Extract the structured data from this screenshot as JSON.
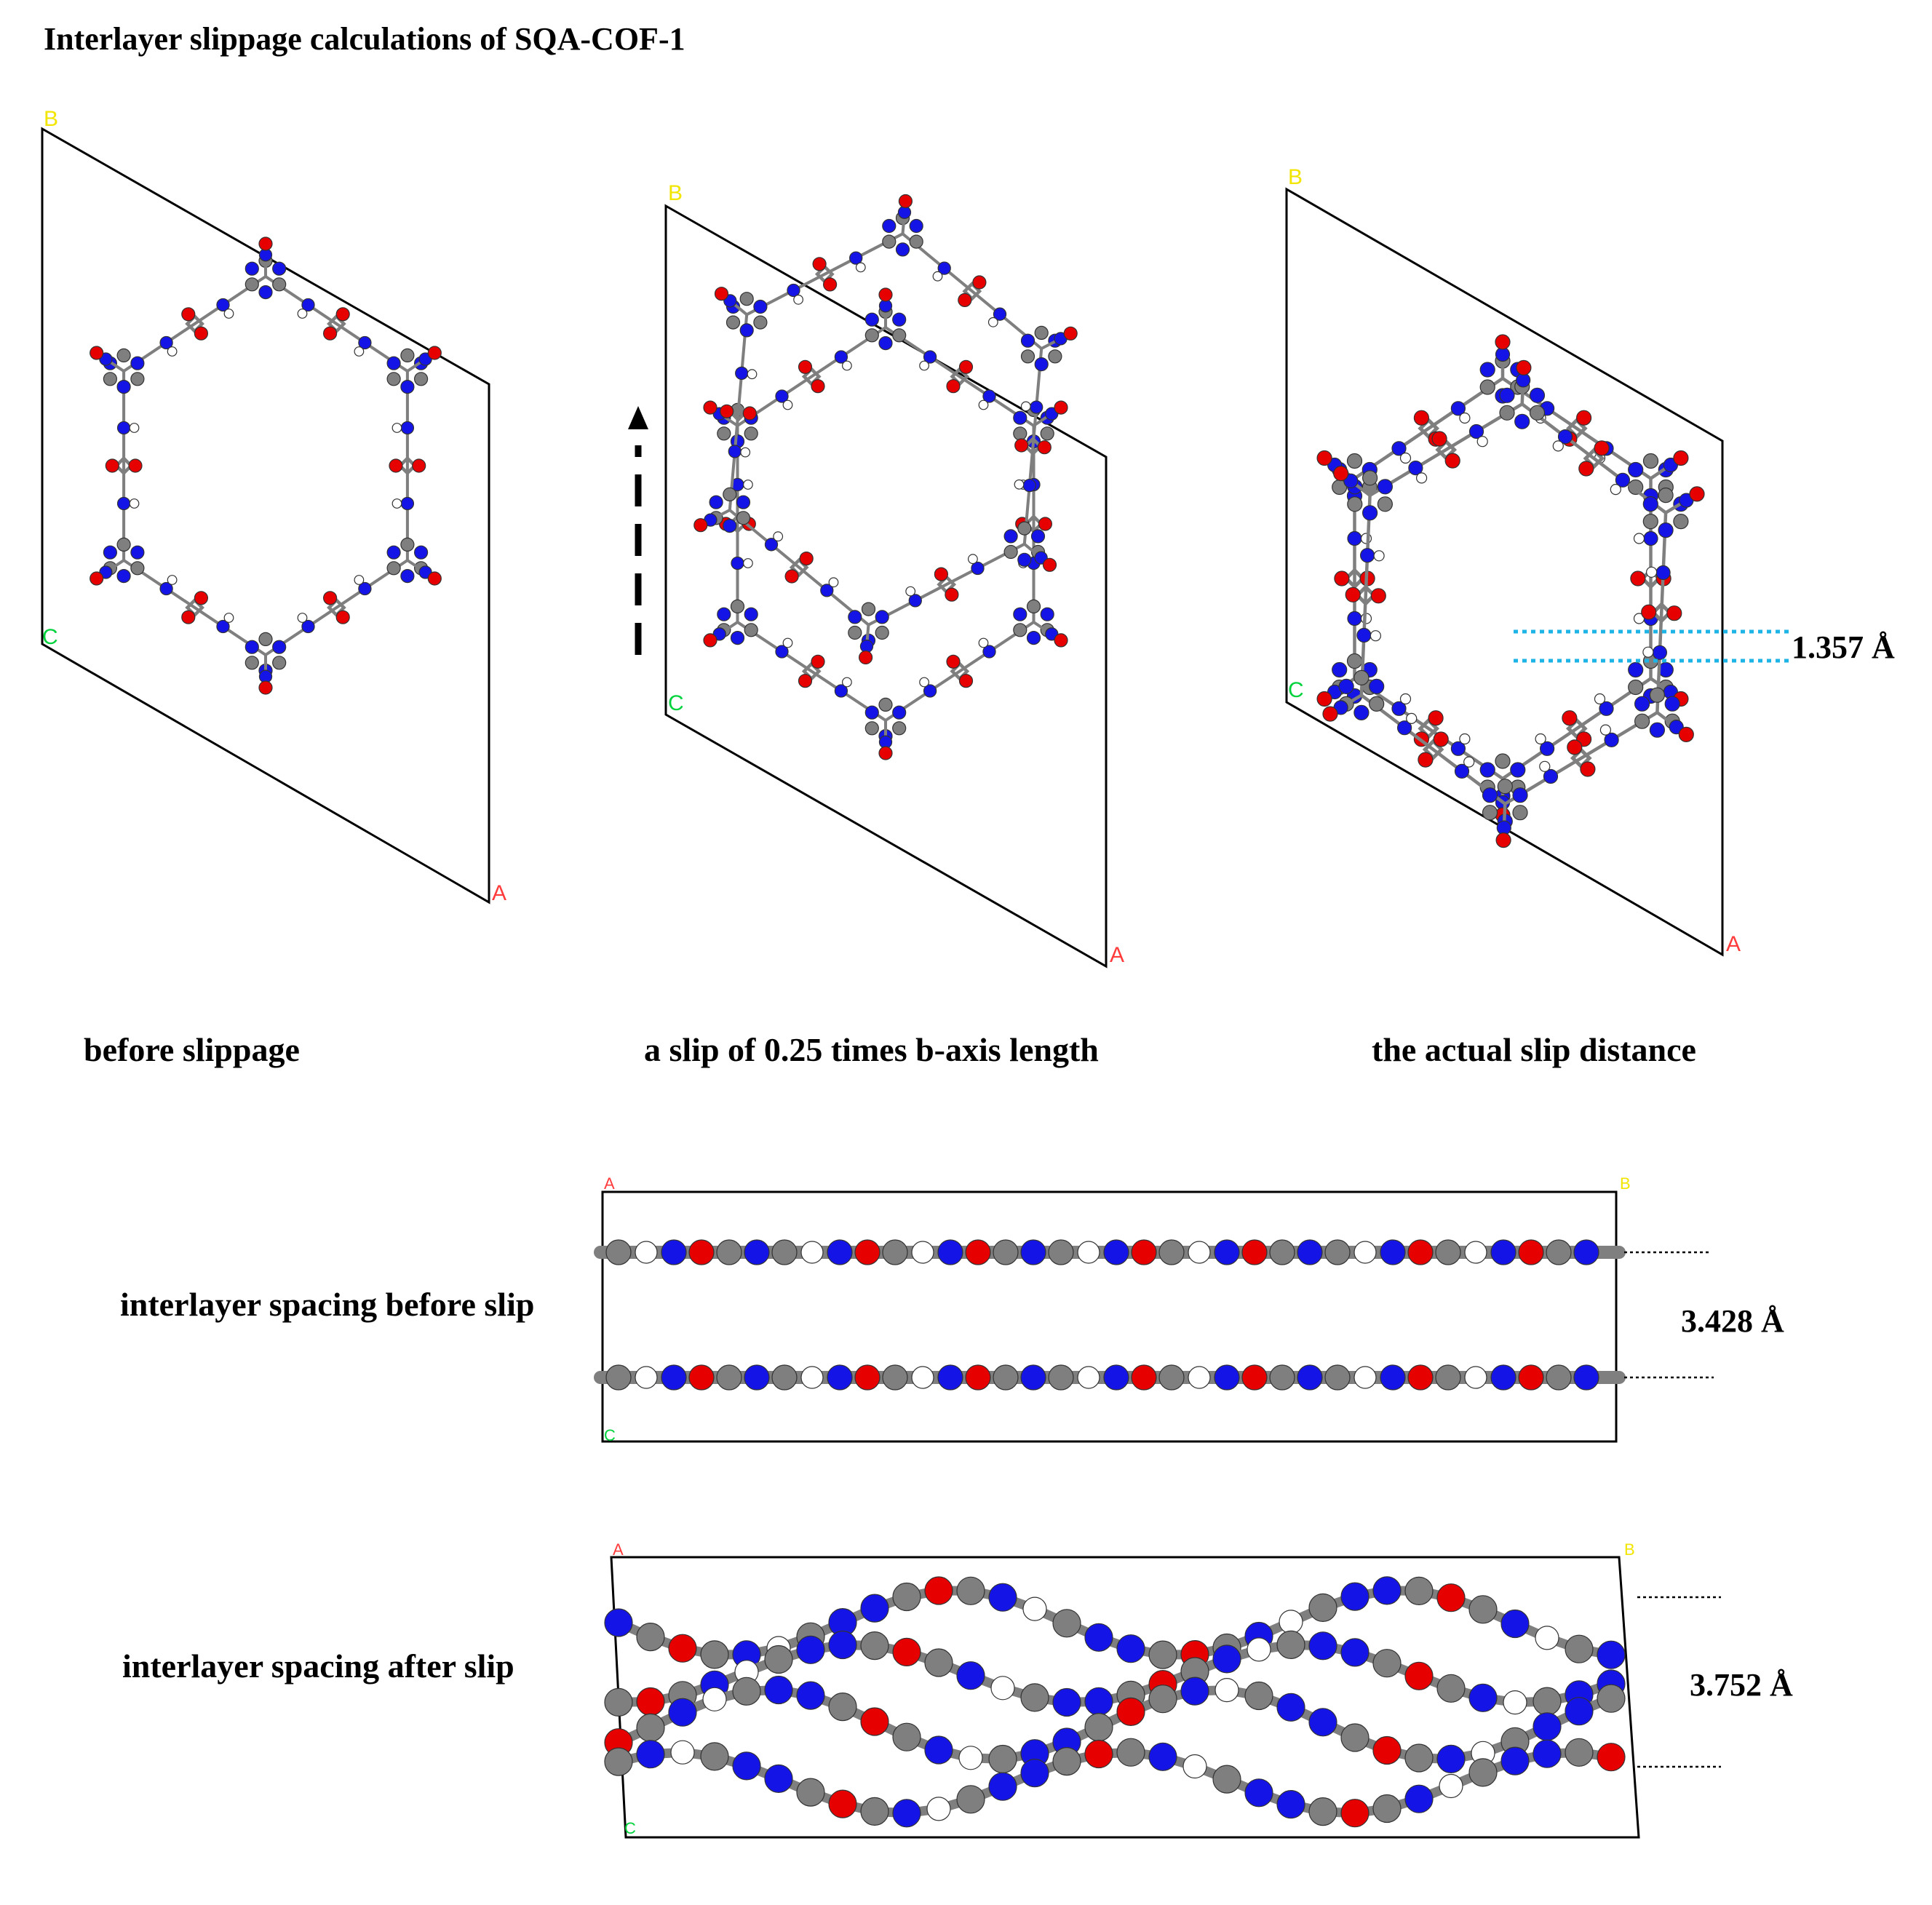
{
  "title": "Interlayer slippage calculations of SQA-COF-1",
  "axis_labels": {
    "a": "A",
    "b": "B",
    "c": "C"
  },
  "colors": {
    "carbon": "#7f7f7f",
    "nitrogen": "#1414e6",
    "oxygen": "#e60000",
    "hydrogen": "#ffffff",
    "axis_a": "#ff3b3b",
    "axis_b": "#f2e600",
    "axis_c": "#00d23c",
    "slip_guide": "#1fb4e6"
  },
  "panels": {
    "before": {
      "caption": "before slippage"
    },
    "slip": {
      "caption": "a slip of 0.25 times b-axis length"
    },
    "actual": {
      "caption": "the actual slip distance",
      "measure": "1.357 Å"
    }
  },
  "side_views": {
    "before": {
      "label": "interlayer spacing before slip",
      "measure": "3.428 Å"
    },
    "after": {
      "label": "interlayer spacing after slip",
      "measure": "3.752 Å"
    }
  }
}
